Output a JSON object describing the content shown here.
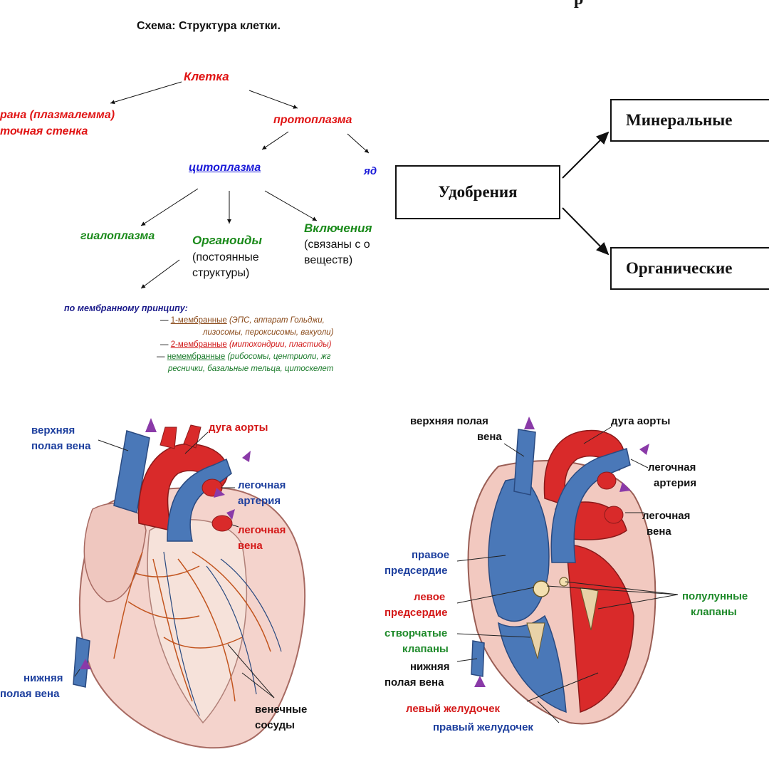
{
  "cell": {
    "title": "Схема:  Структура клетки.",
    "root": "Клетка",
    "membrane1": "рана (плазмалемма)",
    "membrane2": "точная стенка",
    "protoplasm": "протоплазма",
    "cytoplasm": "цитоплазма",
    "nucleus": "яд",
    "hyaloplasm": "гиалоплазма",
    "organoids": "Органоиды",
    "organoids_note1": "(постоянные",
    "organoids_note2": "структуры)",
    "inclusions": "Включения",
    "inclusions_note1": "(связаны с о",
    "inclusions_note2": "веществ)",
    "membrane_principle": "по мембранному принципу:",
    "one_membrane_label": "1-мембранные",
    "one_membrane_text": " (ЭПС, аппарат Гольджи,",
    "one_membrane_text2": "лизосомы, пероксисомы, вакуоли)",
    "two_membrane_label": "2-мембранные",
    "two_membrane_text": " (митохондрии, пластиды)",
    "non_membrane_label": "немембранные",
    "non_membrane_text": " (рибосомы, центриоли, жг",
    "non_membrane_text2": "реснички, базальные тельца, цитоскелет"
  },
  "fertilizer": {
    "root": "Удобрения",
    "mineral": "Минеральные",
    "organic": "Органические",
    "partial_title": "р"
  },
  "heart_left": {
    "svc1": "верхняя",
    "svc2": "полая вена",
    "aortic_arch": "дуга аорты",
    "pulm_artery1": "легочная",
    "pulm_artery2": "артерия",
    "pulm_vein1": "легочная",
    "pulm_vein2": "вена",
    "ivc1": "нижняя",
    "ivc2": "полая вена",
    "coronary1": "венечные",
    "coronary2": "сосуды"
  },
  "heart_right": {
    "svc1": "верхняя полая",
    "svc2": "вена",
    "aortic_arch": "дуга аорты",
    "pulm_artery1": "легочная",
    "pulm_artery2": "артерия",
    "pulm_vein1": "легочная",
    "pulm_vein2": "вена",
    "right_atrium1": "правое",
    "right_atrium2": "предсердие",
    "left_atrium1": "левое",
    "left_atrium2": "предсердие",
    "semilunar1": "полулунные",
    "semilunar2": "клапаны",
    "cusp1": "створчатые",
    "cusp2": "клапаны",
    "ivc1": "нижняя",
    "ivc2": "полая вена",
    "left_ventricle": "левый желудочек",
    "right_ventricle": "правый желудочек"
  },
  "colors": {
    "red_label": "#e01414",
    "blue_label": "#1a1ad8",
    "green_label": "#1a8a1a",
    "heart_blue": "#4a78b8",
    "heart_red": "#d92a2a",
    "heart_pink": "#f2c9c0"
  }
}
